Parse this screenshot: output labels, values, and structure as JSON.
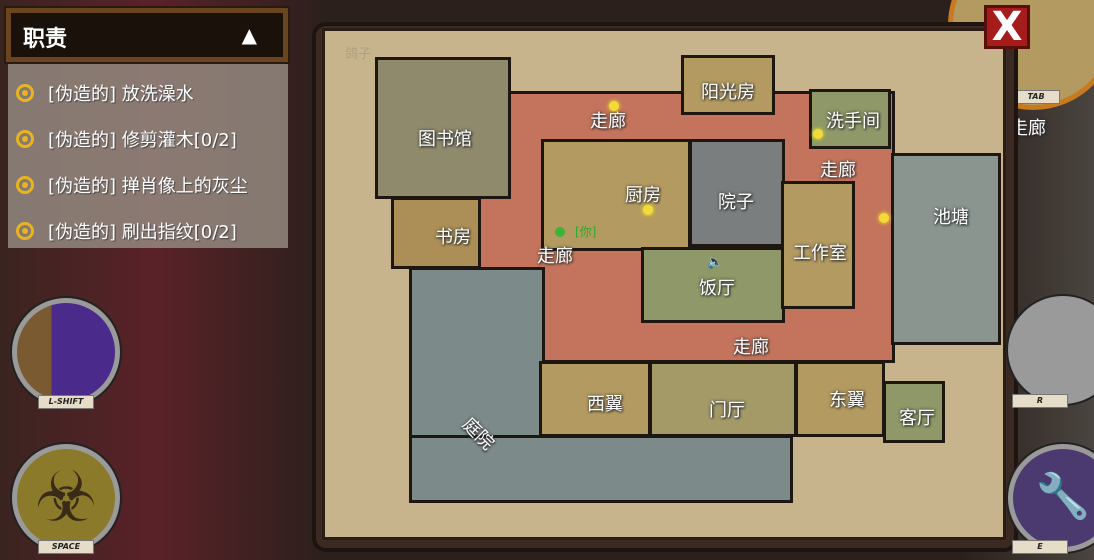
{
  "task_panel": {
    "title": "职责",
    "collapse_icon": "triangle-up-icon",
    "tasks": [
      {
        "label": "[伪造的] 放洗澡水"
      },
      {
        "label": "[伪造的] 修剪灌木[0/2]"
      },
      {
        "label": "[伪造的] 掸肖像上的灰尘"
      },
      {
        "label": "[伪造的] 刷出指纹[0/2]"
      }
    ]
  },
  "map": {
    "role_label": "鸽子",
    "player_marker": "[你]",
    "rooms": {
      "library": "图书馆",
      "study": "书房",
      "sunroom": "阳光房",
      "hall_top": "走廊",
      "restroom": "洗手间",
      "hall_right": "走廊",
      "kitchen": "厨房",
      "courtyard": "院子",
      "hall_left": "走廊",
      "pond": "池塘",
      "workshop": "工作室",
      "dining": "饭厅",
      "hall_bottom": "走廊",
      "west_wing": "西翼",
      "foyer": "门厅",
      "east_wing": "东翼",
      "living_room": "客厅",
      "garden": "庭院"
    },
    "colors": {
      "hallway": "#c4745c",
      "room_tan": "#b39a60",
      "room_grey": "#7b7e7e",
      "room_green": "#8e9868",
      "background": "#c8b48c"
    }
  },
  "minimap": {
    "key": "TAB",
    "area_label": "走廊"
  },
  "abilities": [
    {
      "key": "L-SHIFT",
      "icon": "goose-peek-icon"
    },
    {
      "key": "SPACE",
      "icon": "biohazard-icon"
    },
    {
      "key": "R",
      "icon": "dodo-icon"
    },
    {
      "key": "E",
      "icon": "wrench-icon"
    }
  ],
  "close_label": "X"
}
